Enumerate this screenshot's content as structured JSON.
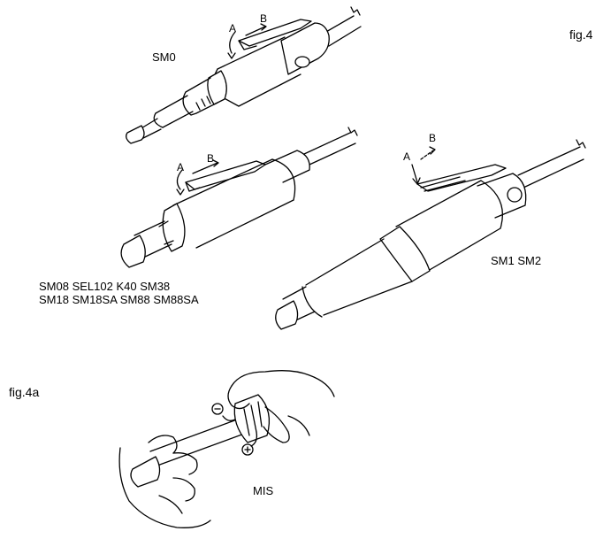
{
  "figure_labels": {
    "fig4": "fig.4",
    "fig4a": "fig.4a"
  },
  "tools": {
    "sm0": "SM0",
    "group_line1": "SM08  SEL102  K40  SM38",
    "group_line2": "SM18  SM18SA  SM88  SM88SA",
    "sm1_sm2": "SM1  SM2",
    "mis": "MIS"
  },
  "callouts": {
    "a": "A",
    "b": "B",
    "minus": "−",
    "plus": "+"
  }
}
